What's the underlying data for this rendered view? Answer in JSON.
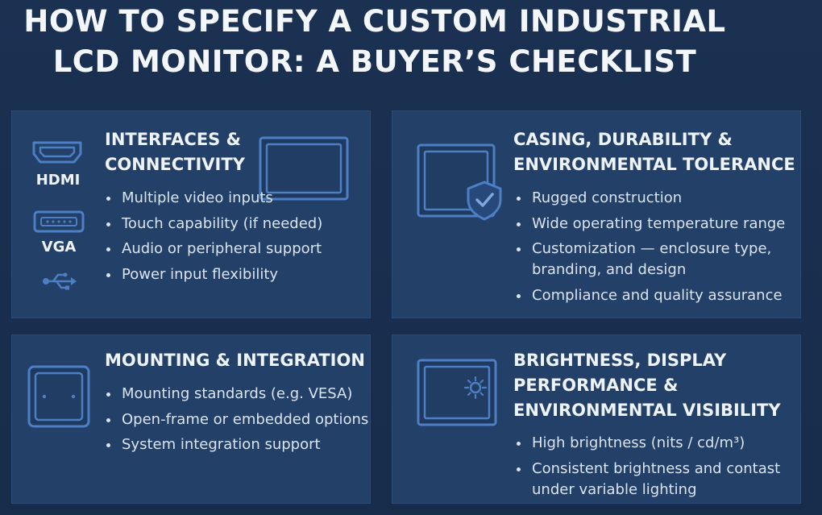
{
  "title": {
    "line1": "HOW TO SPECIFY A CUSTOM INDUSTRIAL",
    "line2": "LCD MONITOR: A BUYER’S CHECKLIST"
  },
  "panels": [
    {
      "title_lines": [
        "INTERFACES &",
        "CONNECTIVITY"
      ],
      "icon_labels": [
        "HDMI",
        "VGA"
      ],
      "icons": [
        "hdmi-port-icon",
        "vga-port-icon",
        "usb-icon",
        "monitor-icon"
      ],
      "bullets": [
        "Multiple video inputs",
        "Touch capability (if needed)",
        "Audio or peripheral support",
        "Power input flexibility"
      ]
    },
    {
      "title_lines": [
        "CASING, DURABILITY &",
        "ENVIRONMENTAL TOLERANCE"
      ],
      "icons": [
        "monitor-shield-icon"
      ],
      "bullets": [
        "Rugged construction",
        "Wide operating temperature range",
        "Customization —  enclosure type,\nbranding, and design",
        "Compliance and quality assurance"
      ]
    },
    {
      "title_lines": [
        "MOUNTING & INTEGRATION"
      ],
      "icons": [
        "mounting-plate-icon"
      ],
      "bullets": [
        "Mounting standards (e.g. VESA)",
        "Open-frame or embedded options",
        "System integration support"
      ]
    },
    {
      "title_lines": [
        "BRIGHTNESS, DISPLAY",
        "PERFORMANCE &",
        "ENVIRONMENTAL VISIBILITY"
      ],
      "icons": [
        "display-sun-icon"
      ],
      "bullets": [
        "High brightness (nits / cd/m³)",
        "Consistent brightness and contast\nunder variable lighting"
      ]
    }
  ],
  "colors": {
    "background": "#1a2e4f",
    "panel": "#234068",
    "icon_stroke": "#4d7fc4",
    "text": "#eef3fa"
  }
}
